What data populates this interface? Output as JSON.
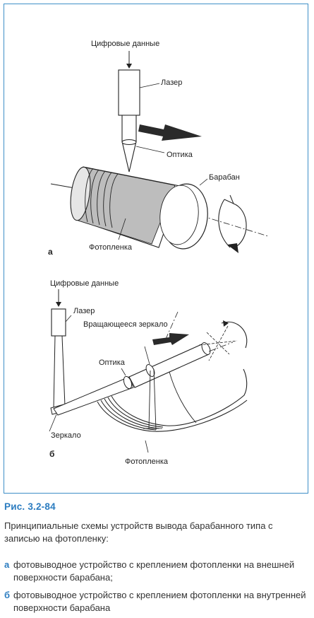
{
  "diagram": {
    "a": {
      "digital_data": "Цифровые данные",
      "laser": "Лазер",
      "optics": "Оптика",
      "drum": "Барабан",
      "film": "Фотопленка",
      "letter": "а"
    },
    "b": {
      "digital_data": "Цифровые данные",
      "laser": "Лазер",
      "rotating_mirror": "Вращающееся зеркало",
      "optics": "Оптика",
      "mirror": "Зеркало",
      "film": "Фотопленка",
      "letter": "б"
    }
  },
  "figure": {
    "title": "Рис. 3.2-84",
    "caption": "Принципиальные схемы устройств вывода барабанного типа с записью на фотопленку:",
    "items": [
      {
        "mark": "а",
        "text": "фотовыводное устройство с креплением фотопленки на внешней поверхности барабана;"
      },
      {
        "mark": "б",
        "text": "фотовыводное устройство с креплением фотопленки на внутренней поверхности барабана"
      }
    ]
  },
  "colors": {
    "accent": "#2b7cc0",
    "border": "#3f8fc7",
    "film_gray": "#bdbdbd"
  }
}
